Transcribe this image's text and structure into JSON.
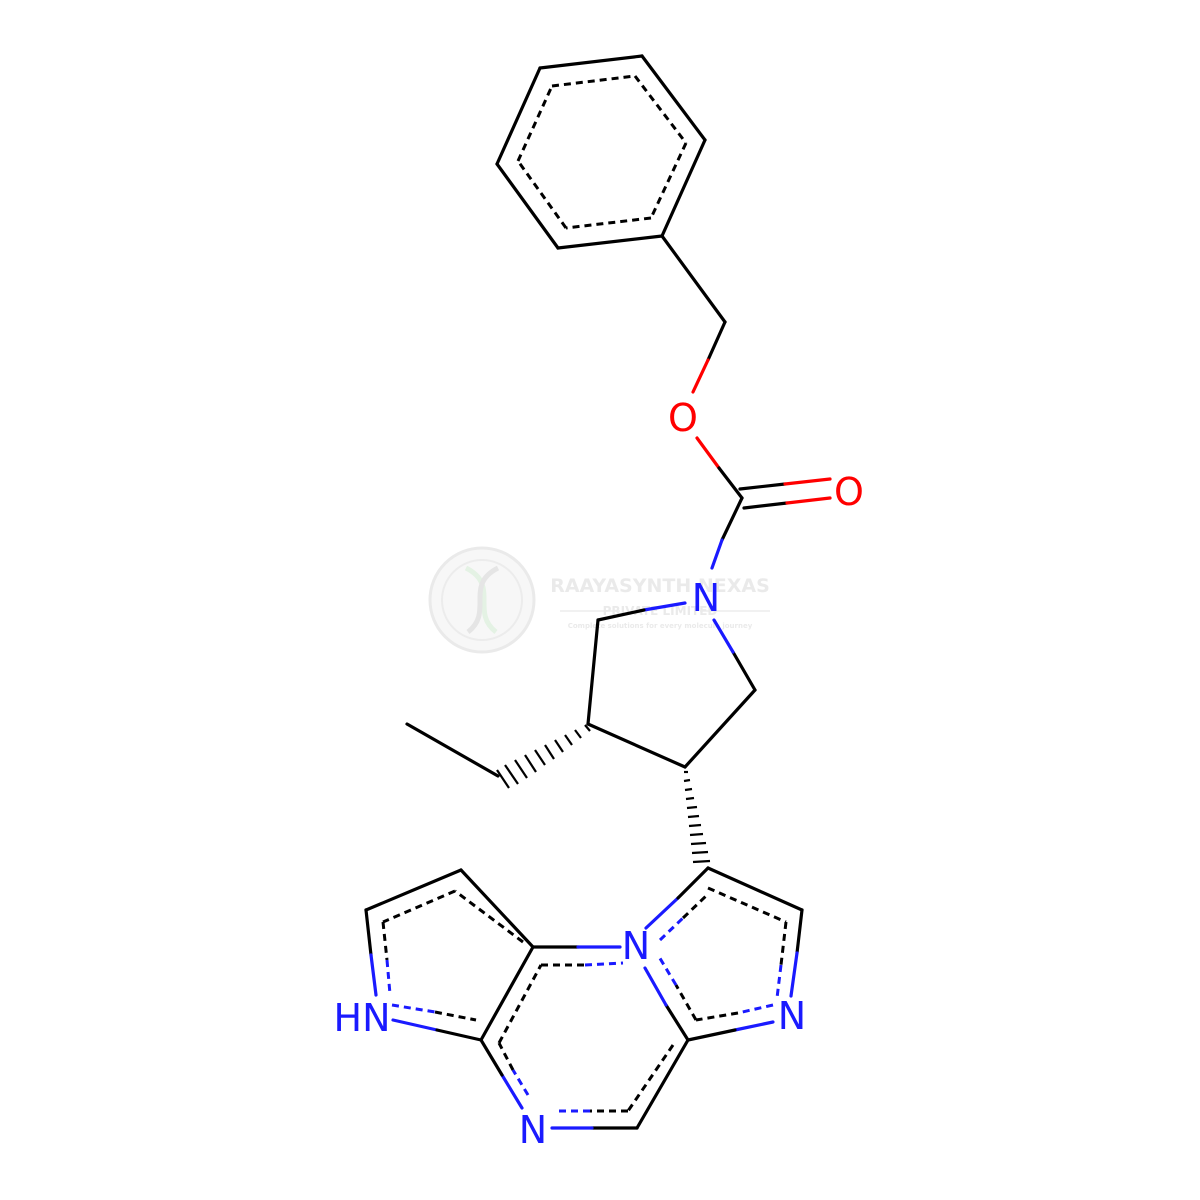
{
  "molecule": {
    "atoms": {
      "O_ether": {
        "label": "O",
        "color": "#ff0000"
      },
      "O_carbonyl": {
        "label": "O",
        "color": "#ff0000"
      },
      "N_pyrrolidine": {
        "label": "N",
        "color": "#1a1aff"
      },
      "N_bridge": {
        "label": "N",
        "color": "#1a1aff"
      },
      "N_imidazole": {
        "label": "N",
        "color": "#1a1aff"
      },
      "NH_pyrrole": {
        "label": "HN",
        "color": "#1a1aff"
      },
      "N_pyrazine": {
        "label": "N",
        "color": "#1a1aff"
      }
    }
  },
  "watermark": {
    "company": "RAAYASYNTH NEXAS",
    "subtitle": "PRIVATE LIMITED",
    "tagline": "Complete solutions for every molecule journey"
  }
}
